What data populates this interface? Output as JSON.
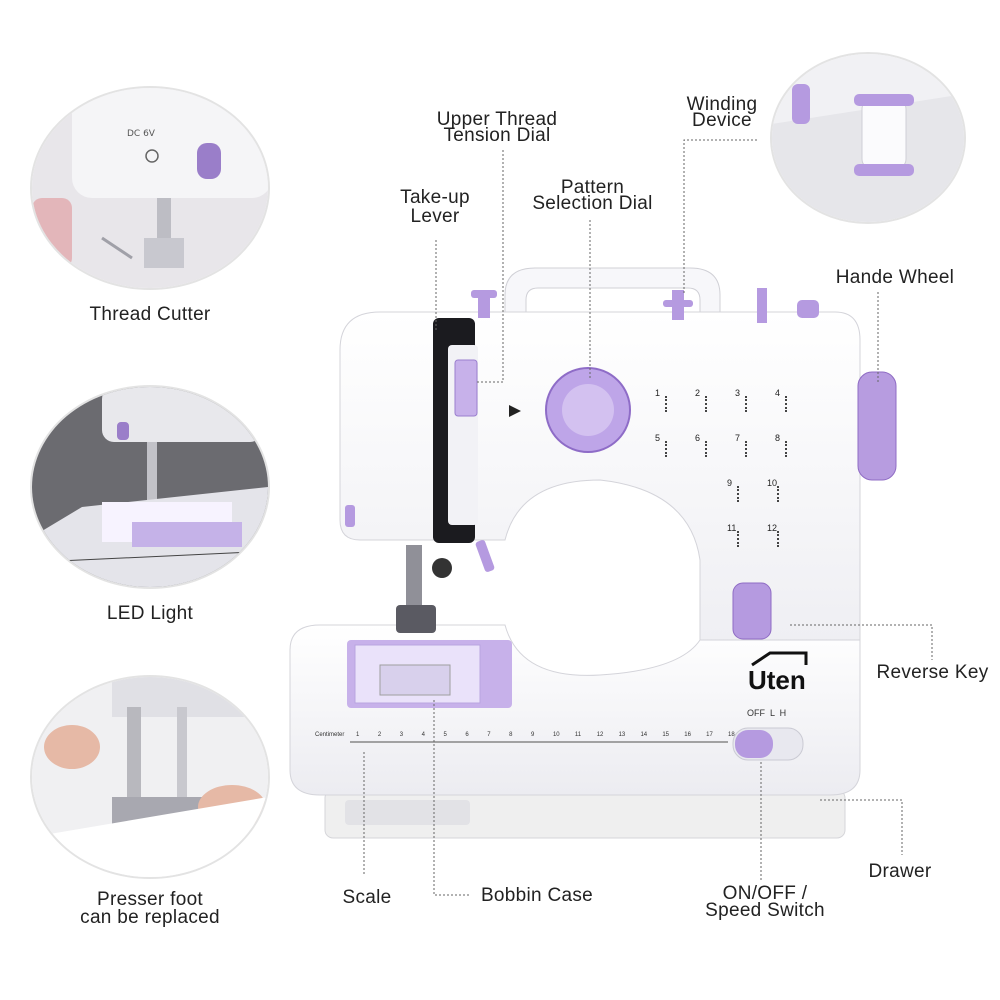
{
  "brand": {
    "logo_text": "Uten"
  },
  "callouts": {
    "thread_cutter": "Thread Cutter",
    "led_light": "LED Light",
    "presser_foot": [
      "Presser foot",
      "can be replaced"
    ],
    "upper_tension": [
      "Upper Thread",
      "Tension Dial"
    ],
    "take_up_lever": [
      "Take-up",
      "Lever"
    ],
    "pattern_dial": [
      "Pattern",
      "Selection Dial"
    ],
    "winding_device": [
      "Winding",
      "Device"
    ],
    "hand_wheel": "Hande Wheel",
    "reverse_key": "Reverse Key",
    "drawer": "Drawer",
    "scale": "Scale",
    "bobbin_case": "Bobbin Case",
    "switch": [
      "ON/OFF /",
      "Speed Switch"
    ]
  },
  "machine": {
    "pattern_numbers": [
      "1",
      "2",
      "3",
      "4",
      "5",
      "6",
      "7",
      "8",
      "9",
      "10",
      "11",
      "12"
    ],
    "switch_positions": "OFF  L  H",
    "ruler_unit": "Centimeter",
    "ruler_numbers": [
      "1",
      "2",
      "3",
      "4",
      "5",
      "6",
      "7",
      "8",
      "9",
      "10",
      "11",
      "12",
      "13",
      "14",
      "15",
      "16",
      "17",
      "18"
    ],
    "thread_cutter_inset_text": "DC 6V"
  },
  "colors": {
    "accent_lilac": "#b79ce0",
    "accent_dark_lilac": "#8f6cc4",
    "body_white": "#f7f7f9",
    "shadow_gray": "#d9d9de"
  }
}
